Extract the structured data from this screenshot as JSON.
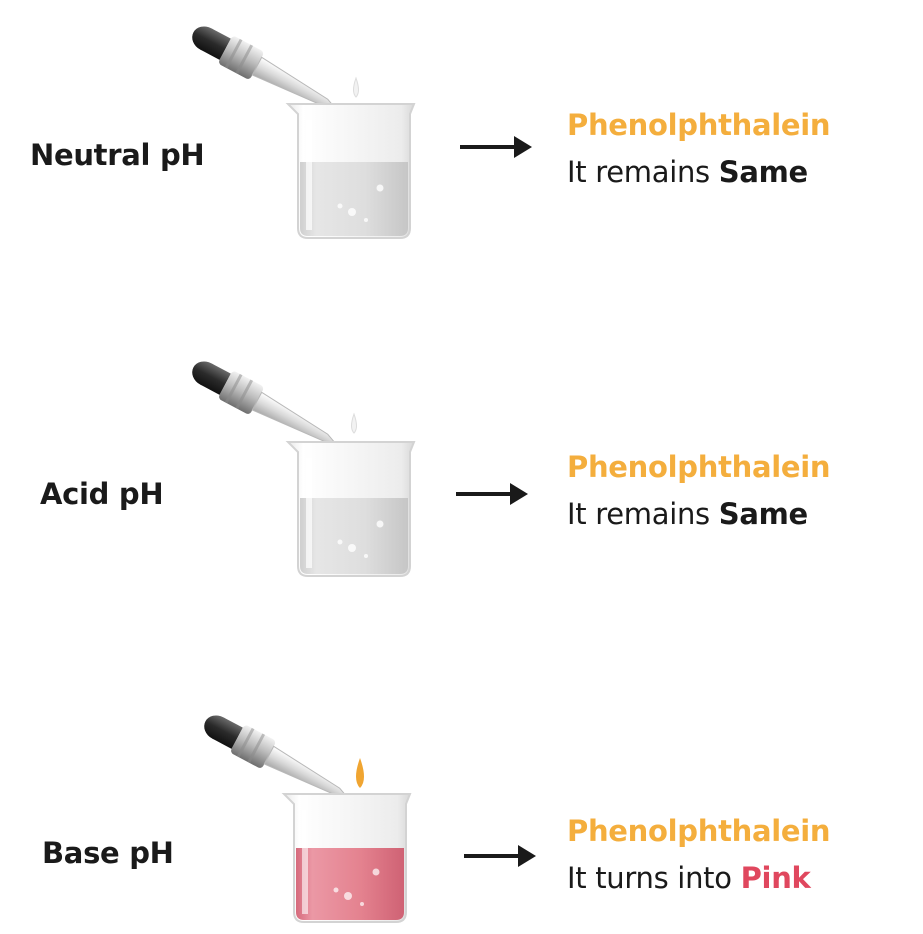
{
  "colors": {
    "indicator": "#f4ae3d",
    "text": "#1a1a1a",
    "pink": "#e0475e",
    "liquid_clear": "#dcdcdc",
    "liquid_pink": "#e27f8e",
    "drop_clear": "#f2f2f2",
    "drop_base": "#f0a531"
  },
  "rows": [
    {
      "label": "Neutral pH",
      "indicator": "Phenolphthalein",
      "result_prefix": "It remains ",
      "result_emphasis": "Same",
      "liquid": "clear"
    },
    {
      "label": "Acid pH",
      "indicator": "Phenolphthalein",
      "result_prefix": "It remains ",
      "result_emphasis": "Same",
      "liquid": "clear"
    },
    {
      "label": "Base pH",
      "indicator": "Phenolphthalein",
      "result_prefix": "It turns into ",
      "result_emphasis": "Pink",
      "liquid": "pink"
    }
  ],
  "icons": [
    "dropper-icon",
    "beaker-icon",
    "arrow-right-icon"
  ]
}
